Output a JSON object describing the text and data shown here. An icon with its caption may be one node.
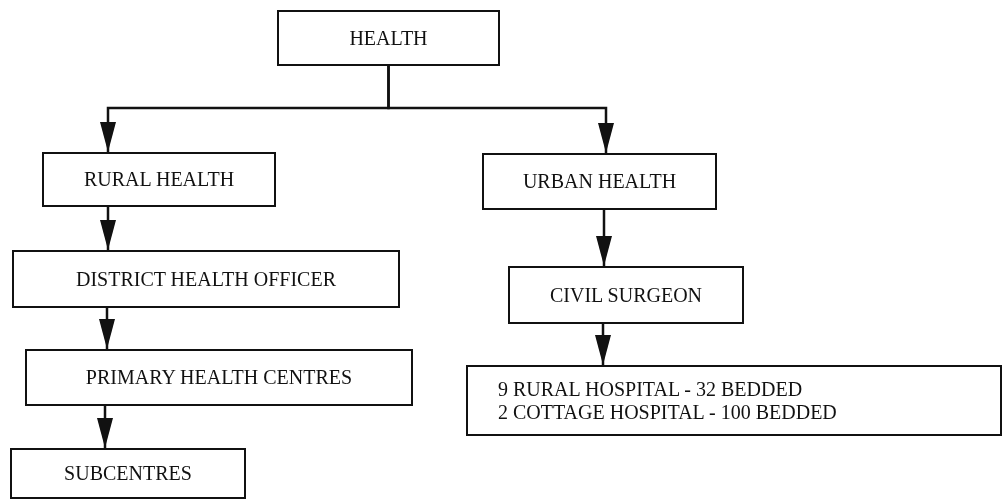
{
  "diagram": {
    "nodes": [
      {
        "text": [
          "HEALTH"
        ]
      },
      {
        "text": [
          "RURAL HEALTH"
        ]
      },
      {
        "text": [
          "URBAN HEALTH"
        ]
      },
      {
        "text": [
          "DISTRICT HEALTH OFFICER"
        ]
      },
      {
        "text": [
          "CIVIL SURGEON"
        ]
      },
      {
        "text": [
          "PRIMARY HEALTH CENTRES"
        ]
      },
      {
        "text": [
          "9 RURAL HOSPITAL - 32 BEDDED",
          "2 COTTAGE HOSPITAL - 100 BEDDED"
        ]
      },
      {
        "text": [
          "SUBCENTRES"
        ]
      }
    ],
    "edges": [
      {
        "from": 0,
        "to": 1,
        "arrow": "to"
      },
      {
        "from": 0,
        "to": 2,
        "arrow": "to"
      },
      {
        "from": 1,
        "to": 3,
        "arrow": "to"
      },
      {
        "from": 3,
        "to": 5,
        "arrow": "to"
      },
      {
        "from": 5,
        "to": 7,
        "arrow": "to"
      },
      {
        "from": 2,
        "to": 4,
        "arrow": "to"
      },
      {
        "from": 4,
        "to": 6,
        "arrow": "to"
      }
    ]
  }
}
